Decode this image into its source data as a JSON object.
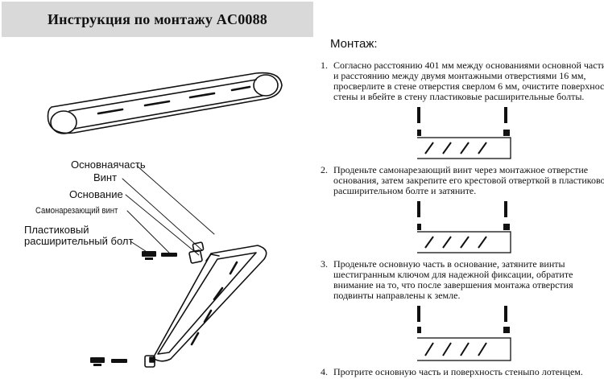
{
  "header": {
    "title": "Инструкция по монтажу AC0088"
  },
  "labels": {
    "main_part": "Основнаячасть",
    "screw": "Винт",
    "base": "Основание",
    "self_tapping_screw": "Самонарезающий винт",
    "plastic_bolt_line1": "Пластиковый",
    "plastic_bolt_line2": "расширительный болт"
  },
  "instructions": {
    "title": "Монтаж:",
    "steps": [
      {
        "num": "1.",
        "text": "Согласно расстоянию 401 мм между основаниями основной части и расстоянию между двумя монтажными отверстиями 16 мм, просверлите в стене отверстия сверлом 6 мм, очистите поверхность стены и вбейте в стену пластиковые расширительные болты."
      },
      {
        "num": "2.",
        "text": "Проденьте самонарезающий винт через монтажное отверстие основания, затем закрепите его крестовой отверткой в пластиковом расширительном болте и затяните."
      },
      {
        "num": "3.",
        "text": "Проденьте основную часть в основание, затяните винты шестигранным ключом для надежной фиксации, обратите внимание на то, что после завершения монтажа отверстия подвинты направлены к земле."
      },
      {
        "num": "4.",
        "text": "Протрите основную часть и поверхность стеныпо лотенцем."
      }
    ]
  }
}
